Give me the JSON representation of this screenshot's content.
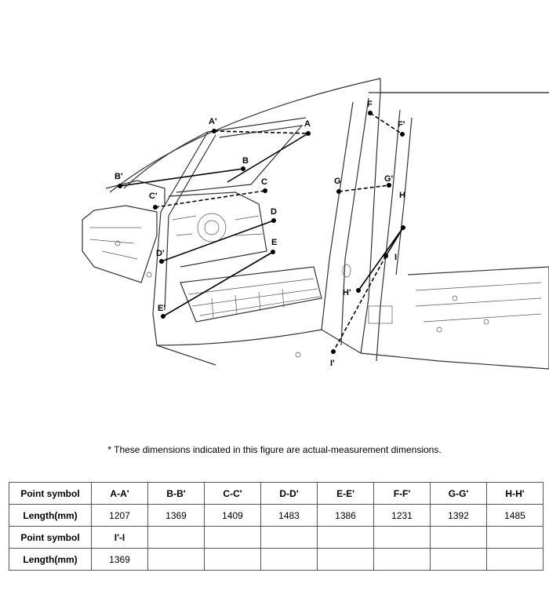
{
  "figure": {
    "points": {
      "A": "A",
      "A_prime": "A'",
      "B": "B",
      "B_prime": "B'",
      "C": "C",
      "C_prime": "C'",
      "D": "D",
      "D_prime": "D'",
      "E": "E",
      "E_prime": "E'",
      "F": "F",
      "F_prime": "F'",
      "G": "G",
      "G_prime": "G'",
      "H": "H",
      "H_prime": "H'",
      "I": "I",
      "I_prime": "I'"
    }
  },
  "note": "*  These dimensions indicated in this figure are actual-measurement dimensions.",
  "table": {
    "row1": {
      "header": "Point symbol",
      "cells": [
        "A-A'",
        "B-B'",
        "C-C'",
        "D-D'",
        "E-E'",
        "F-F'",
        "G-G'",
        "H-H'"
      ]
    },
    "row2": {
      "header": "Length(mm)",
      "cells": [
        "1207",
        "1369",
        "1409",
        "1483",
        "1386",
        "1231",
        "1392",
        "1485"
      ]
    },
    "row3": {
      "header": "Point symbol",
      "cells": [
        "I'-I",
        "",
        "",
        "",
        "",
        "",
        "",
        ""
      ]
    },
    "row4": {
      "header": "Length(mm)",
      "cells": [
        "1369",
        "",
        "",
        "",
        "",
        "",
        "",
        ""
      ]
    }
  }
}
